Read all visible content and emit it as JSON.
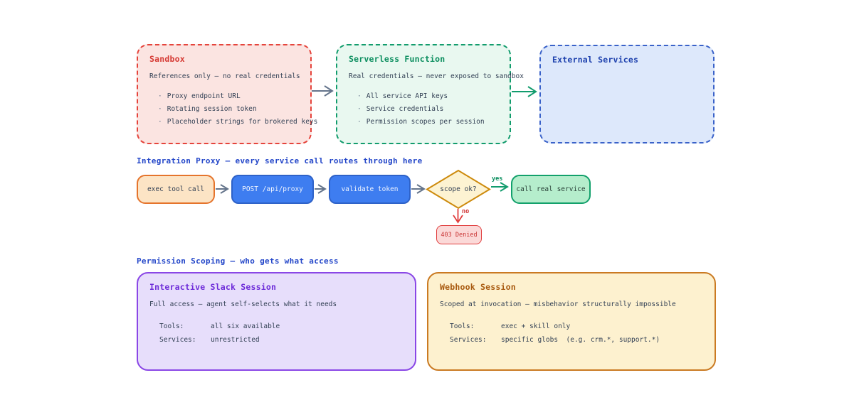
{
  "ui": {
    "bullet_char": "·"
  },
  "colors": {
    "heading_blue": "#2447c9",
    "sandbox_red": "#e5443c",
    "serverless_green": "#129c6d",
    "external_blue": "#3a62c9",
    "proxy_node_blue": "#3e7df0",
    "decision_amber": "#cd8a0c",
    "denied_red": "#e03e3e",
    "slack_purple": "#8a47e6",
    "webhook_orange": "#ca7a22",
    "arrow_slate": "#64748b"
  },
  "top_boxes": [
    {
      "title": "Sandbox",
      "subtitle": "References only — no real credentials",
      "bullets": [
        "Proxy endpoint URL",
        "Rotating session token",
        "Placeholder strings for brokered keys"
      ]
    },
    {
      "title": "Serverless Function",
      "subtitle": "Real credentials — never exposed to sandbox",
      "bullets": [
        "All service API keys",
        "Service credentials",
        "Permission scopes per session"
      ]
    },
    {
      "title": "External Services"
    }
  ],
  "proxy_flow": {
    "heading": "Integration Proxy — every service call routes through here",
    "nodes": {
      "exec": "exec tool call",
      "post": "POST /api/proxy",
      "validate": "validate token",
      "decision": "scope ok?",
      "success": "call real service",
      "denied": "403 Denied"
    },
    "edge_labels": {
      "yes": "yes",
      "no": "no"
    }
  },
  "permission_scoping": {
    "heading": "Permission Scoping — who gets what access",
    "cards": [
      {
        "title": "Interactive Slack Session",
        "subtitle": "Full access — agent self-selects what it needs",
        "rows": [
          {
            "label": "Tools:",
            "value": "all six available"
          },
          {
            "label": "Services:",
            "value": "unrestricted"
          }
        ]
      },
      {
        "title": "Webhook Session",
        "subtitle": "Scoped at invocation — misbehavior structurally impossible",
        "rows": [
          {
            "label": "Tools:",
            "value": "exec + skill only"
          },
          {
            "label": "Services:",
            "value": "specific globs  (e.g. crm.*, support.*)"
          }
        ]
      }
    ]
  }
}
